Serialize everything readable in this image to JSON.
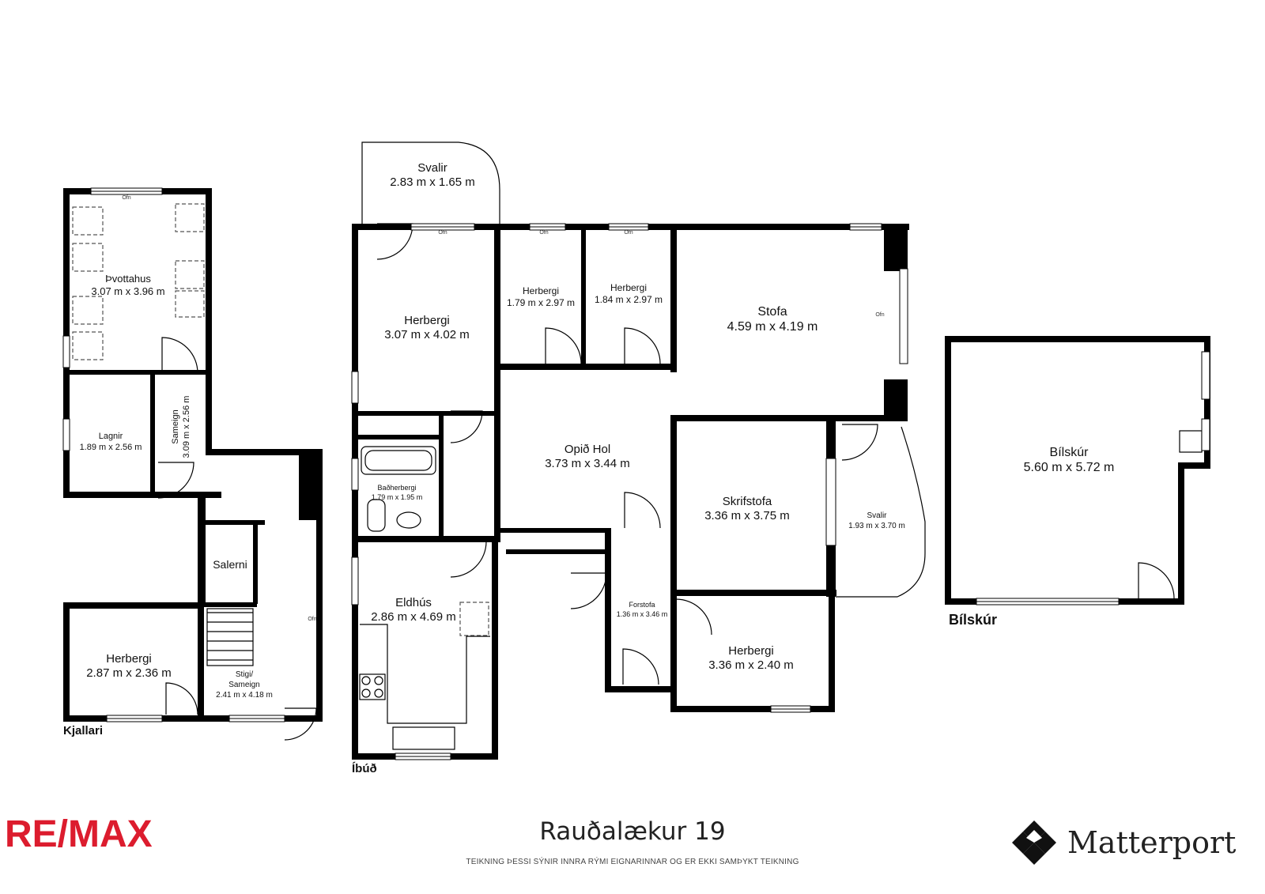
{
  "address": "Rauðalækur 19",
  "disclaimer": "TEIKNING ÞESSI SÝNIR INNRA RÝMI EIGNARINNAR OG ER EKKI SAMÞYKT TEIKNING",
  "brand_left": "RE/MAX",
  "brand_right": "Matterport",
  "colors": {
    "wall": "#000000",
    "remax_red": "#dc1c2e",
    "dash": "#666666"
  },
  "window_label": "Ofn",
  "floors": {
    "basement": "Kjallari",
    "apartment": "Íbúð",
    "garage": "Bílskúr"
  },
  "rooms": [
    {
      "id": "thvottahus",
      "name": "Þvottahus",
      "dims": "3.07 m x 3.96 m"
    },
    {
      "id": "lagnir",
      "name": "Lagnir",
      "dims": "1.89 m x 2.56 m"
    },
    {
      "id": "sameign",
      "name": "Sameign",
      "dims": "3.09 m x 2.56 m"
    },
    {
      "id": "salerni",
      "name": "Salerni",
      "dims": ""
    },
    {
      "id": "herbergi-kj",
      "name": "Herbergi",
      "dims": "2.87 m x 2.36 m"
    },
    {
      "id": "stigi",
      "name": "Stigi/",
      "name2": "Sameign",
      "dims": "2.41 m x 4.18 m"
    },
    {
      "id": "svalir-top",
      "name": "Svalir",
      "dims": "2.83 m x 1.65 m"
    },
    {
      "id": "herbergi-1",
      "name": "Herbergi",
      "dims": "3.07 m x 4.02 m"
    },
    {
      "id": "herbergi-2",
      "name": "Herbergi",
      "dims": "1.79 m x 2.97 m"
    },
    {
      "id": "herbergi-3",
      "name": "Herbergi",
      "dims": "1.84 m x 2.97 m"
    },
    {
      "id": "stofa",
      "name": "Stofa",
      "dims": "4.59 m x 4.19 m"
    },
    {
      "id": "badherbergi",
      "name": "Baðherbergi",
      "dims": "1.79 m x 1.95 m"
    },
    {
      "id": "opid-hol",
      "name": "Opið Hol",
      "dims": "3.73 m x 3.44 m"
    },
    {
      "id": "skrifstofa",
      "name": "Skrifstofa",
      "dims": "3.36 m x 3.75 m"
    },
    {
      "id": "svalir-side",
      "name": "Svalir",
      "dims": "1.93 m x 3.70 m"
    },
    {
      "id": "eldhus",
      "name": "Eldhús",
      "dims": "2.86 m x 4.69 m"
    },
    {
      "id": "forstofa",
      "name": "Forstofa",
      "dims": "1.36 m x 3.46 m"
    },
    {
      "id": "herbergi-4",
      "name": "Herbergi",
      "dims": "3.36 m x 2.40 m"
    },
    {
      "id": "bilskur",
      "name": "Bílskúr",
      "dims": "5.60 m x 5.72 m"
    }
  ]
}
